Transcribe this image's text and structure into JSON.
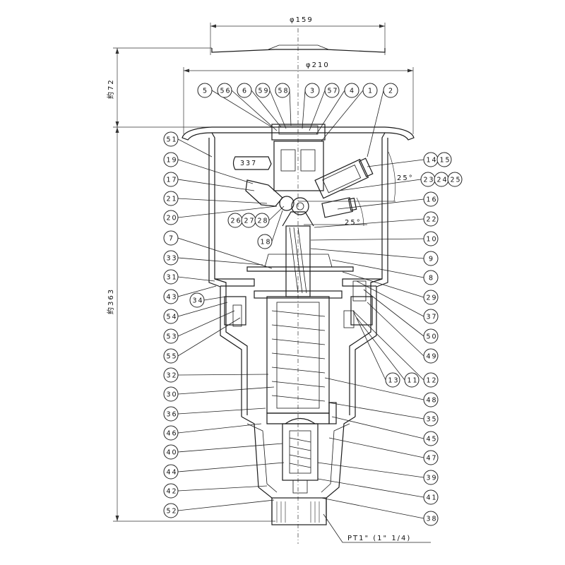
{
  "dimensions": {
    "top_diameter": "φ159",
    "mid_diameter": "φ210",
    "height_top": "約72",
    "height_total": "約363",
    "angle_upper": "25°",
    "angle_lower": "25°",
    "inner_label": "337",
    "thread": "PT1\" (1\" 1/4)"
  },
  "callouts": {
    "left": [
      "51",
      "19",
      "17",
      "21",
      "20",
      "7",
      "33",
      "31",
      "43",
      "54",
      "53",
      "55",
      "32",
      "30",
      "36",
      "46",
      "40",
      "44",
      "42",
      "52"
    ],
    "top": [
      "5",
      "56",
      "6",
      "59",
      "58",
      "3",
      "57",
      "4",
      "1",
      "2"
    ],
    "right": [
      "1415",
      "232425",
      "16",
      "22",
      "10",
      "9",
      "8",
      "29",
      "37",
      "50",
      "49",
      "12",
      "48",
      "35",
      "45",
      "47",
      "39",
      "41",
      "38"
    ],
    "inner": [
      "262728",
      "18",
      "34",
      "13",
      "11"
    ]
  }
}
